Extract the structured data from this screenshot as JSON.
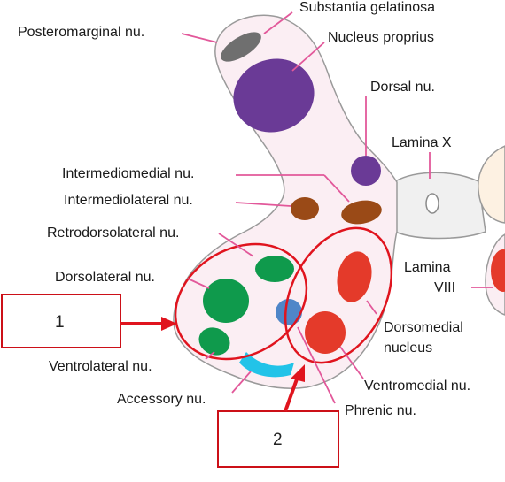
{
  "labels": {
    "substantia_gelatinosa": "Substantia gelatinosa",
    "posteromarginal": "Posteromarginal nu.",
    "nucleus_proprius": "Nucleus proprius",
    "dorsal": "Dorsal nu.",
    "lamina_x": "Lamina X",
    "intermediomedial": "Intermediomedial nu.",
    "intermediolateral": "Intermediolateral nu.",
    "retrodorsolateral": "Retrodorsolateral nu.",
    "dorsolateral": "Dorsolateral nu.",
    "lamina_viii_1": "Lamina",
    "lamina_viii_2": "VIII",
    "dorsomedial_1": "Dorsomedial",
    "dorsomedial_2": "nucleus",
    "ventrolateral": "Ventrolateral nu.",
    "accessory": "Accessory nu.",
    "ventromedial": "Ventromedial nu.",
    "phrenic": "Phrenic nu."
  },
  "callouts": {
    "box1": "1",
    "box2": "2"
  },
  "colors": {
    "grey_matter": "#fbeef3",
    "outline": "#9a9a9a",
    "leader": "#e2589a",
    "purple": "#6a3a96",
    "gray_nucleus": "#6f6f6f",
    "brown": "#9a4a17",
    "green": "#0f9a4c",
    "red": "#e43a2a",
    "blue": "#4f86c8",
    "cyan": "#22c3e8",
    "highlight": "#e0141e"
  }
}
